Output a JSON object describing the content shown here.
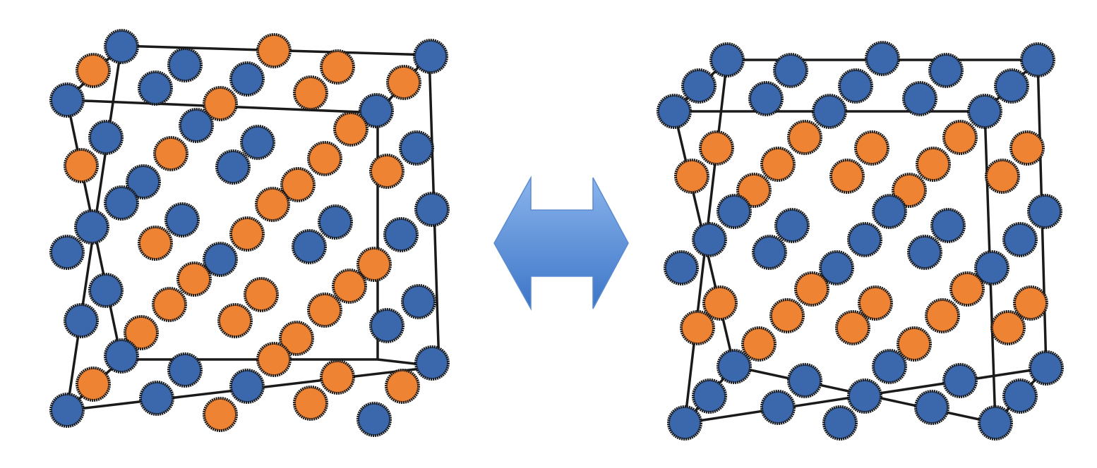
{
  "colors": {
    "atom_a": "#3b67ad",
    "atom_b": "#ee8333",
    "outline": "#1a1a1a",
    "arrow_top": "#8ab4ec",
    "arrow_bottom": "#3c75c7",
    "arrow_edge": "#5b8bd0"
  },
  "panels": [
    {
      "id": "left-structure",
      "frame": {
        "outer": [
          [
            172,
            65
          ],
          [
            608,
            78
          ],
          [
            622,
            520
          ],
          [
            95,
            582
          ]
        ],
        "inner": [
          [
            95,
            142
          ],
          [
            535,
            160
          ],
          [
            535,
            510
          ],
          [
            172,
            510
          ]
        ]
      },
      "atoms": [
        [
          "b",
          388,
          72
        ],
        [
          "a",
          172,
          66
        ],
        [
          "b",
          132,
          100
        ],
        [
          "a",
          262,
          92
        ],
        [
          "b",
          478,
          95
        ],
        [
          "a",
          610,
          80
        ],
        [
          "a",
          220,
          125
        ],
        [
          "a",
          350,
          112
        ],
        [
          "b",
          440,
          132
        ],
        [
          "b",
          572,
          117
        ],
        [
          "a",
          95,
          142
        ],
        [
          "b",
          312,
          147
        ],
        [
          "a",
          533,
          157
        ],
        [
          "a",
          150,
          195
        ],
        [
          "a",
          278,
          178
        ],
        [
          "a",
          365,
          202
        ],
        [
          "b",
          497,
          183
        ],
        [
          "b",
          115,
          235
        ],
        [
          "b",
          242,
          218
        ],
        [
          "a",
          590,
          210
        ],
        [
          "a",
          330,
          237
        ],
        [
          "b",
          460,
          225
        ],
        [
          "a",
          203,
          258
        ],
        [
          "b",
          548,
          243
        ],
        [
          "a",
          172,
          288
        ],
        [
          "b",
          422,
          262
        ],
        [
          "a",
          258,
          312
        ],
        [
          "a",
          612,
          297
        ],
        [
          "a",
          130,
          322
        ],
        [
          "b",
          386,
          290
        ],
        [
          "b",
          220,
          345
        ],
        [
          "a",
          475,
          315
        ],
        [
          "a",
          568,
          333
        ],
        [
          "b",
          350,
          332
        ],
        [
          "a",
          95,
          358
        ],
        [
          "a",
          438,
          350
        ],
        [
          "a",
          312,
          368
        ],
        [
          "a",
          150,
          412
        ],
        [
          "b",
          275,
          396
        ],
        [
          "b",
          530,
          375
        ],
        [
          "a",
          593,
          428
        ],
        [
          "b",
          240,
          432
        ],
        [
          "b",
          370,
          418
        ],
        [
          "b",
          495,
          406
        ],
        [
          "a",
          115,
          455
        ],
        [
          "b",
          460,
          440
        ],
        [
          "b",
          333,
          455
        ],
        [
          "a",
          548,
          462
        ],
        [
          "b",
          200,
          472
        ],
        [
          "b",
          420,
          480
        ],
        [
          "a",
          172,
          505
        ],
        [
          "a",
          262,
          525
        ],
        [
          "b",
          478,
          535
        ],
        [
          "a",
          612,
          515
        ],
        [
          "b",
          388,
          510
        ],
        [
          "b",
          132,
          545
        ],
        [
          "a",
          350,
          548
        ],
        [
          "b",
          570,
          548
        ],
        [
          "a",
          222,
          565
        ],
        [
          "b",
          440,
          572
        ],
        [
          "a",
          95,
          582
        ],
        [
          "b",
          312,
          588
        ],
        [
          "a",
          530,
          595
        ]
      ]
    },
    {
      "id": "right-structure",
      "frame": {
        "outer": [
          [
            1030,
            85
          ],
          [
            1470,
            85
          ],
          [
            1482,
            522
          ],
          [
            970,
            600
          ]
        ],
        "inner": [
          [
            955,
            158
          ],
          [
            1395,
            158
          ],
          [
            1410,
            600
          ],
          [
            1040,
            520
          ]
        ]
      },
      "atoms": [
        [
          "a",
          1030,
          85
        ],
        [
          "a",
          1250,
          83
        ],
        [
          "a",
          1470,
          85
        ],
        [
          "a",
          990,
          122
        ],
        [
          "a",
          1120,
          100
        ],
        [
          "a",
          1340,
          100
        ],
        [
          "a",
          1433,
          122
        ],
        [
          "a",
          1212,
          122
        ],
        [
          "a",
          1085,
          140
        ],
        [
          "a",
          1303,
          140
        ],
        [
          "a",
          955,
          158
        ],
        [
          "a",
          1175,
          158
        ],
        [
          "a",
          1395,
          158
        ],
        [
          "b",
          1140,
          195
        ],
        [
          "b",
          1360,
          195
        ],
        [
          "b",
          1015,
          210
        ],
        [
          "b",
          1235,
          210
        ],
        [
          "b",
          1455,
          210
        ],
        [
          "b",
          1102,
          233
        ],
        [
          "b",
          1322,
          233
        ],
        [
          "b",
          980,
          250
        ],
        [
          "b",
          1200,
          250
        ],
        [
          "b",
          1420,
          250
        ],
        [
          "b",
          1068,
          270
        ],
        [
          "b",
          1288,
          270
        ],
        [
          "a",
          1040,
          300
        ],
        [
          "a",
          1260,
          300
        ],
        [
          "a",
          1480,
          300
        ],
        [
          "a",
          1122,
          320
        ],
        [
          "a",
          1343,
          320
        ],
        [
          "a",
          1005,
          340
        ],
        [
          "a",
          1225,
          340
        ],
        [
          "a",
          1445,
          340
        ],
        [
          "a",
          1090,
          358
        ],
        [
          "a",
          1310,
          358
        ],
        [
          "a",
          965,
          380
        ],
        [
          "a",
          1185,
          380
        ],
        [
          "a",
          1405,
          380
        ],
        [
          "b",
          1150,
          410
        ],
        [
          "b",
          1370,
          410
        ],
        [
          "b",
          1020,
          430
        ],
        [
          "b",
          1240,
          430
        ],
        [
          "b",
          1460,
          430
        ],
        [
          "b",
          1115,
          448
        ],
        [
          "b",
          1335,
          448
        ],
        [
          "b",
          988,
          465
        ],
        [
          "b",
          1208,
          465
        ],
        [
          "b",
          1428,
          465
        ],
        [
          "b",
          1075,
          488
        ],
        [
          "b",
          1295,
          488
        ],
        [
          "a",
          1040,
          520
        ],
        [
          "a",
          1260,
          520
        ],
        [
          "a",
          1482,
          522
        ],
        [
          "a",
          1140,
          540
        ],
        [
          "a",
          1360,
          540
        ],
        [
          "a",
          1005,
          562
        ],
        [
          "a",
          1225,
          562
        ],
        [
          "a",
          1445,
          562
        ],
        [
          "a",
          1102,
          578
        ],
        [
          "a",
          1320,
          578
        ],
        [
          "a",
          970,
          600
        ],
        [
          "a",
          1190,
          600
        ],
        [
          "a",
          1410,
          600
        ]
      ]
    }
  ],
  "arrow": {
    "direction": "bidirectional"
  }
}
